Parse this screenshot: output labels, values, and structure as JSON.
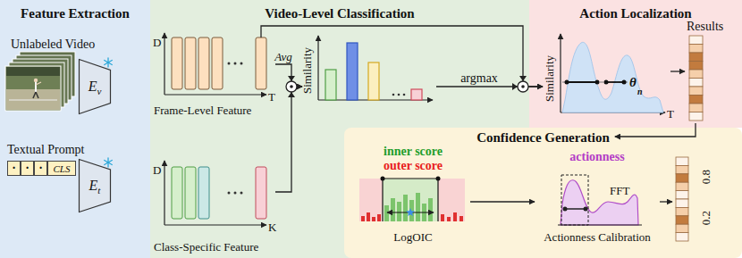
{
  "diagram": {
    "nodes": [
      {
        "text": [
          "Feature Extraction"
        ]
      },
      {
        "text": [
          "Unlabeled Video"
        ],
        "in": 0
      },
      {
        "text": [
          "E",
          "v"
        ],
        "in": 0
      },
      {
        "text": [
          "Textual Prompt"
        ],
        "in": 0
      },
      {
        "text": [
          "·"
        ],
        "in": 3
      },
      {
        "text": [
          "·"
        ],
        "in": 3
      },
      {
        "text": [
          "·"
        ],
        "in": 3
      },
      {
        "text": [
          "CLS"
        ],
        "in": 3
      },
      {
        "text": [
          "E",
          "t"
        ],
        "in": 0
      },
      {
        "text": [
          "Video-Level Classification"
        ]
      },
      {
        "text": [
          "Frame-Level Feature"
        ],
        "in": 9
      },
      {
        "text": [
          "Class-Specific Feature"
        ],
        "in": 9
      },
      {
        "text": [
          "Similarity"
        ],
        "in": 9
      },
      {
        "text": [
          "Action Localization"
        ]
      },
      {
        "text": [
          "Similarity"
        ],
        "in": 13
      },
      {
        "text": [
          "Results"
        ],
        "in": 13
      },
      {
        "text": [
          "Confidence Generation"
        ]
      },
      {
        "text": [
          "inner score",
          "outer score",
          "LogOIC"
        ],
        "in": 16
      },
      {
        "text": [
          "actionness",
          "FFT",
          "Actionness Calibration"
        ],
        "in": 16
      },
      {
        "text": [
          "0.8",
          "0.2"
        ],
        "in": 16
      }
    ],
    "edges": [
      {
        "from": 10,
        "to": 12,
        "label": "Avg",
        "arrow": "to"
      },
      {
        "from": 11,
        "to": 12,
        "arrow": "to"
      },
      {
        "from": 10,
        "to": 14,
        "arrow": "to"
      },
      {
        "from": 12,
        "to": 14,
        "label": "argmax",
        "arrow": "to"
      },
      {
        "from": 14,
        "to": 15,
        "arrow": "to"
      },
      {
        "from": 15,
        "to": 16,
        "arrow": "to"
      },
      {
        "from": 17,
        "to": 18,
        "arrow": "to"
      },
      {
        "from": 18,
        "to": 19,
        "arrow": "to"
      }
    ],
    "labels": [
      "D",
      "T",
      "D",
      "K",
      "T",
      "θ",
      "n"
    ]
  }
}
